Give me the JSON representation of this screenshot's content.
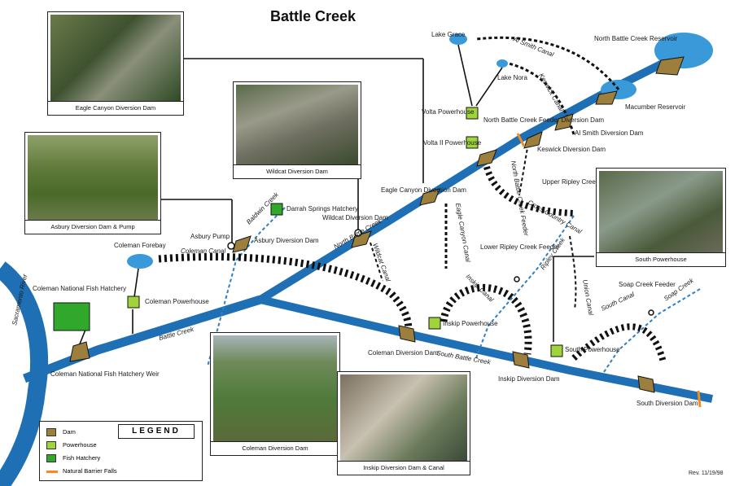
{
  "title": "Battle Creek",
  "photos": {
    "eagle_canyon": "Eagle Canyon Diversion Dam",
    "wildcat": "Wildcat Diversion Dam",
    "asbury": "Asbury Diversion Dam & Pump",
    "coleman": "Coleman Diversion Dam",
    "inskip": "Inskip Diversion Dam & Canal",
    "south_powerhouse": "South Powerhouse"
  },
  "labels": {
    "lake_grace": "Lake Grace",
    "lake_nora": "Lake Nora",
    "al_smith_canal": "Al Smith Canal",
    "keswick_canal": "Keswick Canal",
    "north_battle_creek_reservoir": "North Battle Creek Reservoir",
    "macumber_reservoir": "Macumber Reservoir",
    "volta_powerhouse": "Volta Powerhouse",
    "volta_ii_powerhouse": "Volta II Powerhouse",
    "nbc_feeder_dam": "North Battle Creek Feeder Diversion Dam",
    "keswick_dam": "Keswick Diversion Dam",
    "al_smith_dam": "Al Smith Diversion Dam",
    "nbc_feeder": "North Battle Creek Feeder",
    "eagle_canyon_dam": "Eagle Canyon Diversion Dam",
    "eagle_canyon_canal": "Eagle Canyon Canal",
    "cross_country_canal": "Cross-Country Canal",
    "upper_ripley": "Upper Ripley Creek Feeder",
    "darrah_springs": "Darrah Springs Hatchery",
    "baldwin_creek": "Baldwin Creek",
    "north_battle_creek": "North Battle Creek",
    "wildcat_dam": "Wildcat Diversion Dam",
    "wildcat_canal": "Wildcat Canal",
    "asbury_pump": "Asbury Pump",
    "asbury_dam": "Asbury Diversion Dam",
    "coleman_canal": "Coleman Canal",
    "coleman_forebay": "Coleman Forebay",
    "lower_ripley": "Lower Ripley Creek Feeder",
    "inskip_canal": "Inskip Canal",
    "union_canal": "Union Canal",
    "soap_creek_feeder": "Soap Creek Feeder",
    "south_canal": "South Canal",
    "soap_creek": "Soap Creek",
    "coleman_hatchery": "Coleman National Fish Hatchery",
    "coleman_powerhouse": "Coleman Powerhouse",
    "sacramento_river": "Sacramento River",
    "battle_creek": "Battle Creek",
    "coleman_weir": "Coleman National Fish Hatchery Weir",
    "coleman_dam": "Coleman Diversion Dam",
    "inskip_powerhouse": "Inskip Powerhouse",
    "south_battle_creek": "South Battle Creek",
    "inskip_dam": "Inskip Diversion Dam",
    "south_powerhouse": "South Powerhouse",
    "south_dam": "South Diversion Dam",
    "ripley_creek": "Ripley Creek"
  },
  "legend": {
    "title": "LEGEND",
    "items": [
      {
        "label": "Dam",
        "color": "#9c7f3c"
      },
      {
        "label": "Powerhouse",
        "color": "#9fd43a"
      },
      {
        "label": "Fish Hatchery",
        "color": "#2fa82b"
      },
      {
        "label": "Natural Barrier Falls",
        "color": "#f28c1e"
      }
    ]
  },
  "revision": "Rev. 11/19/98",
  "colors": {
    "river": "#1f6fb5",
    "lake": "#3a9ad9",
    "dam": "#9c7f3c",
    "powerhouse": "#9fd43a",
    "hatchery": "#2fa82b",
    "falls": "#f28c1e"
  }
}
